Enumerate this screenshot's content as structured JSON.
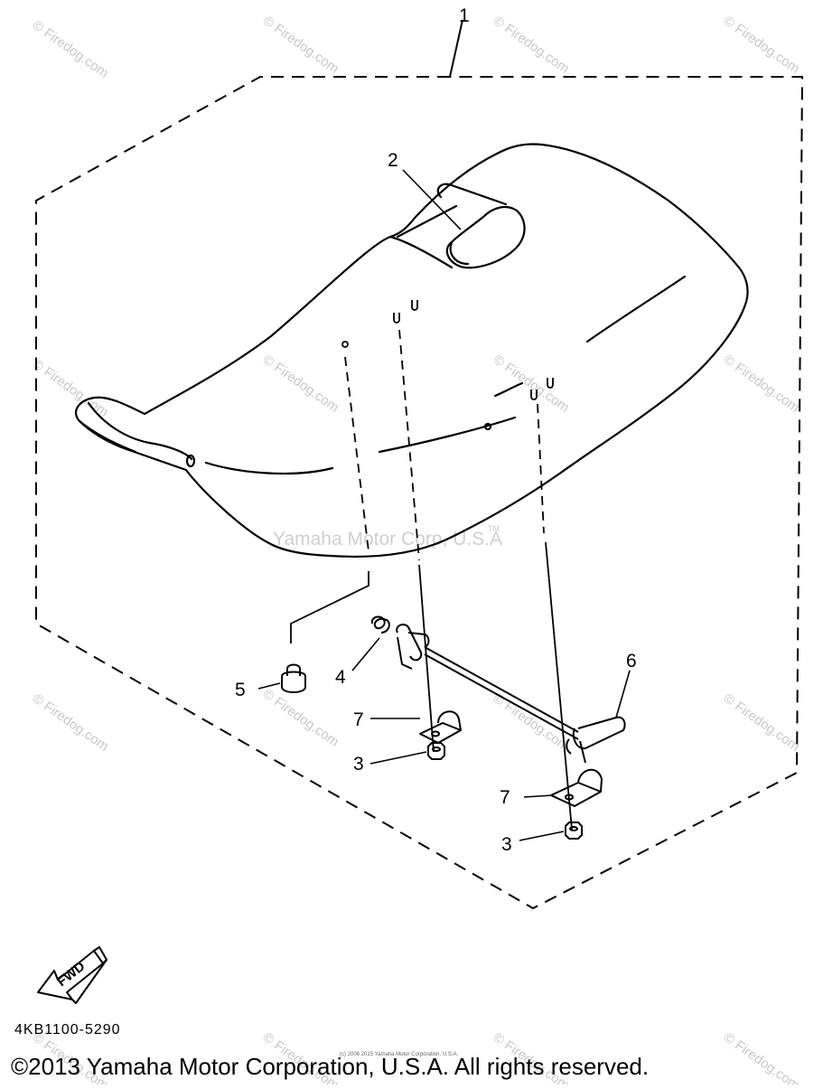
{
  "diagram": {
    "callouts": [
      {
        "id": "1",
        "label": "1"
      },
      {
        "id": "2",
        "label": "2"
      },
      {
        "id": "3a",
        "label": "3"
      },
      {
        "id": "3b",
        "label": "3"
      },
      {
        "id": "4",
        "label": "4"
      },
      {
        "id": "5",
        "label": "5"
      },
      {
        "id": "6",
        "label": "6"
      },
      {
        "id": "7a",
        "label": "7"
      },
      {
        "id": "7b",
        "label": "7"
      }
    ],
    "fwd_label": "FWD",
    "part_number": "4KB1100-5290",
    "center_watermark": "Yamaha Motor Corp, U.S.A",
    "tm_mark": "TM",
    "firedog_watermark": "© Firedog.com",
    "small_credit": "(c) 2006 2015 Yamaha Motor Corporation, U.S.A.",
    "copyright": "©2013 Yamaha Motor Corporation, U.S.A. All rights reserved."
  },
  "colors": {
    "line": "#000000",
    "watermark": "#c9c9c9",
    "background": "#ffffff"
  }
}
